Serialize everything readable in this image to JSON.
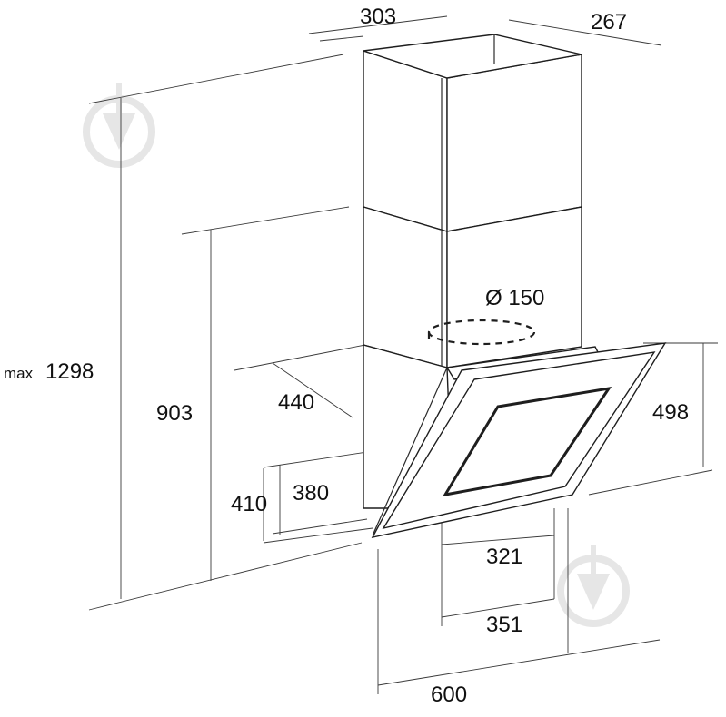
{
  "dimensions": {
    "width_top": "303",
    "depth_top": "267",
    "max_height_prefix": "max",
    "max_height": "1298",
    "lower_height": "903",
    "depth_base": "440",
    "duct_diameter": "Ø 150",
    "panel_height": "498",
    "height_410": "410",
    "height_380": "380",
    "filter_width_321": "321",
    "filter_width_351": "351",
    "total_width": "600"
  },
  "watermark": {
    "icon": "drop-in-circle-watermark-icon",
    "color": "#e6e6e6"
  },
  "colors": {
    "line": "#2a2a2a",
    "background": "#ffffff"
  }
}
